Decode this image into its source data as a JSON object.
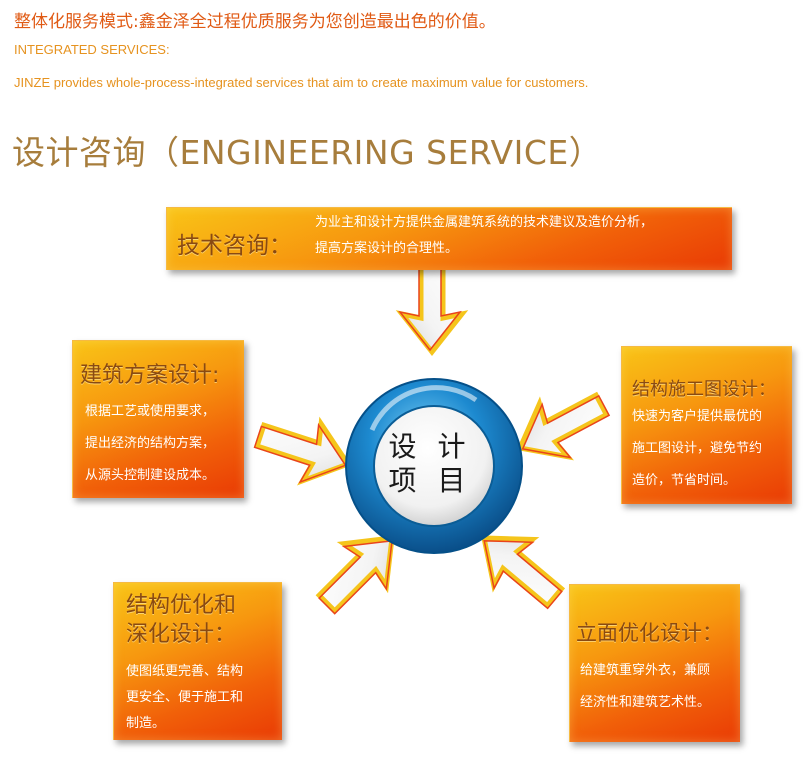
{
  "intro": {
    "heading": "整体化服务模式:鑫金泽全过程优质服务为您创造最出色的价值。",
    "subtitle_en": "INTEGRATED SERVICES:",
    "description_en": "JINZE provides whole-process-integrated services that aim to create maximum value for customers."
  },
  "section": {
    "title": "设计咨询（ENGINEERING SERVICE）"
  },
  "hub": {
    "line1": "设 计",
    "line2": "项 目"
  },
  "boxes": {
    "technical": {
      "title": "技术咨询：",
      "lines": [
        "为业主和设计方提供金属建筑系统的技术建议及造价分析，",
        "提高方案设计的合理性。"
      ]
    },
    "architectural": {
      "title": "建筑方案设计:",
      "lines": [
        "根据工艺或使用要求，",
        "提出经济的结构方案，",
        "从源头控制建设成本。"
      ]
    },
    "construction_drawing": {
      "title": "结构施工图设计：",
      "lines": [
        "快速为客户提供最优的",
        "施工图设计，避免节约",
        "造价，节省时间。"
      ]
    },
    "structural_optimization": {
      "title_line1": "结构优化和",
      "title_line2": "深化设计：",
      "lines": [
        "使图纸更完善、结构",
        "更安全、便于施工和",
        "制造。"
      ]
    },
    "facade": {
      "title": "立面优化设计：",
      "lines": [
        "给建筑重穿外衣，兼顾",
        "经济性和建筑艺术性。"
      ]
    }
  },
  "colors": {
    "heading_orange": "#e05a14",
    "english_orange": "#e69320",
    "title_gold": "#a77d3c",
    "box_top": "#f9c417",
    "box_bottom": "#e93a05",
    "hub_ring": "#0a72b5"
  }
}
